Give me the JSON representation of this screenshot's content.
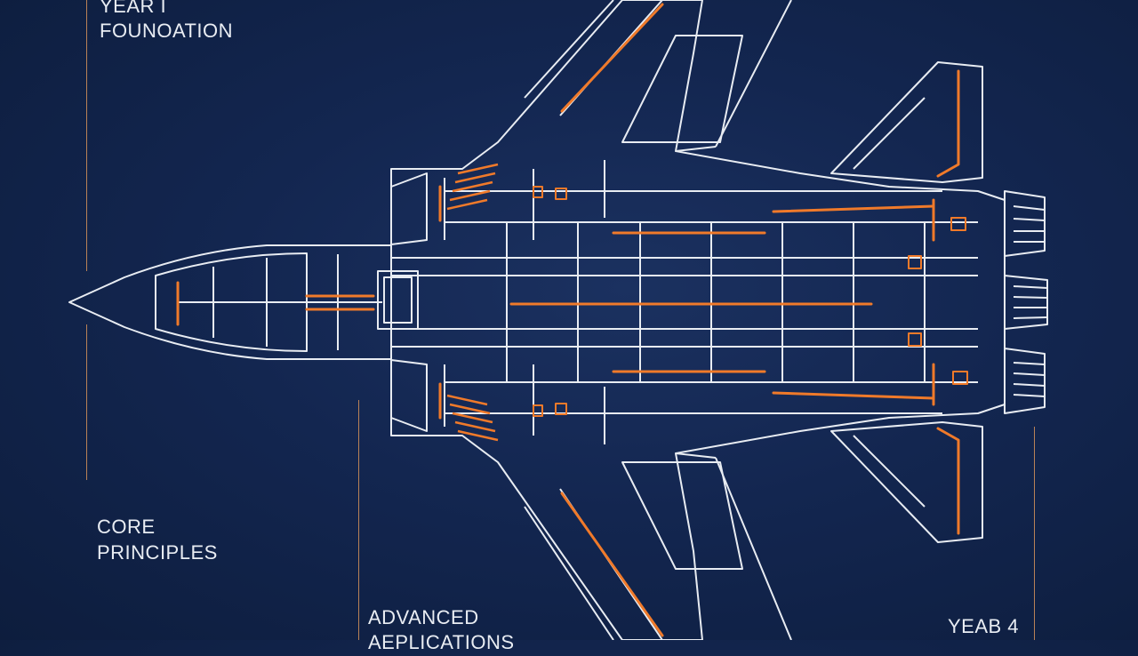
{
  "labels": {
    "year1": "YEAR I",
    "foundation": "FOUNOATION",
    "core": "CORE",
    "principles": "PRINCIPLES",
    "advanced": "ADVANCED",
    "applications": "AEPLICATIONS",
    "year4": "YEAB 4"
  },
  "colors": {
    "background": "#132650",
    "line": "#e8ecf2",
    "accent": "#f07a2a"
  }
}
